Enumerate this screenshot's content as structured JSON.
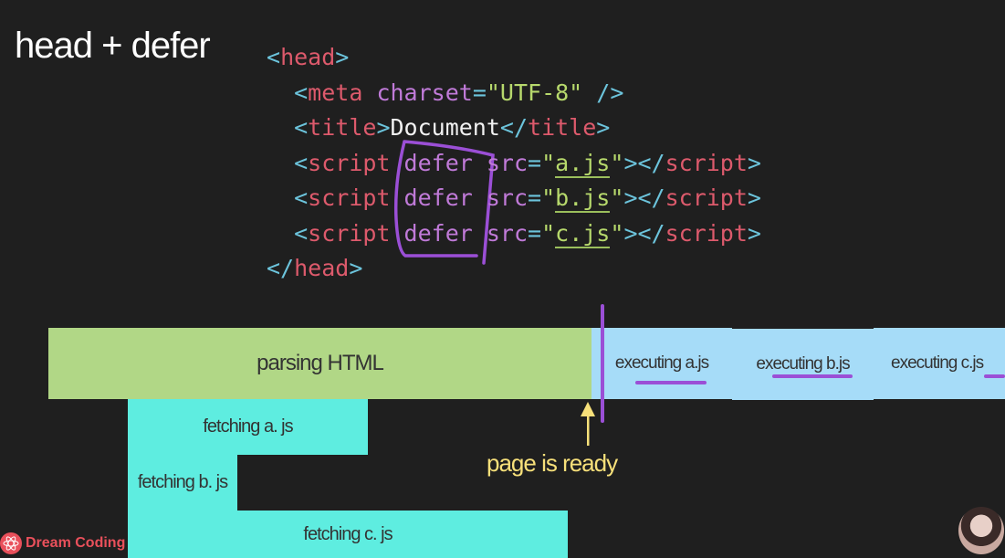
{
  "slide": {
    "title": "head + defer"
  },
  "code": {
    "head_open": "head",
    "meta_tag": "meta",
    "meta_attr": "charset",
    "meta_value": "\"UTF-8\"",
    "title_tag": "title",
    "title_text": "Document",
    "scripts": [
      {
        "tag": "script",
        "attr": "defer",
        "src_attr": "src",
        "file": "a.js"
      },
      {
        "tag": "script",
        "attr": "defer",
        "src_attr": "src",
        "file": "b.js"
      },
      {
        "tag": "script",
        "attr": "defer",
        "src_attr": "src",
        "file": "c.js"
      }
    ],
    "head_close": "head"
  },
  "timeline": {
    "parsing": "parsing HTML",
    "executing": [
      "executing a.js",
      "executing b.js",
      "executing c.js"
    ],
    "fetching": [
      "fetching a. js",
      "fetching b. js",
      "fetching c. js"
    ],
    "ready_label": "page is ready"
  },
  "brand": {
    "name": "Dream Coding"
  },
  "colors": {
    "parsing": "#b1d786",
    "executing": "#a6dcf8",
    "fetching": "#5eede0",
    "annotation": "#9b4fd6",
    "ready": "#f7e07a",
    "brand": "#e9505b"
  }
}
